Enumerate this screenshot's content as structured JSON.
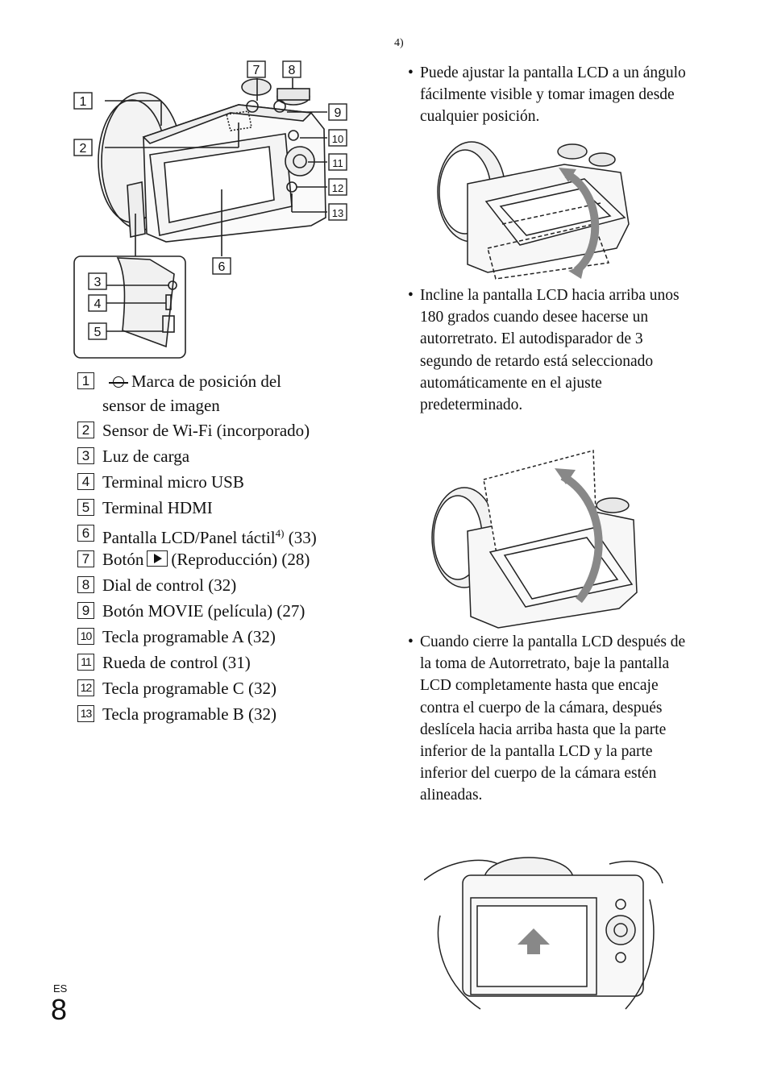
{
  "footnote_marker": "4)",
  "page": {
    "lang": "ES",
    "number": "8"
  },
  "diagram_labels": [
    "1",
    "2",
    "3",
    "4",
    "5",
    "6",
    "7",
    "8",
    "9",
    "10",
    "11",
    "12",
    "13"
  ],
  "legend": [
    {
      "num": "1",
      "text": "Marca de posición del",
      "text2": "sensor de imagen"
    },
    {
      "num": "2",
      "text": "Sensor de Wi-Fi (incorporado)"
    },
    {
      "num": "3",
      "text": "Luz de carga"
    },
    {
      "num": "4",
      "text": "Terminal micro USB"
    },
    {
      "num": "5",
      "text": "Terminal HDMI"
    },
    {
      "num": "6",
      "text": "Pantalla LCD/Panel táctil",
      "sup": "4)",
      "after": " (33)"
    },
    {
      "num": "7",
      "text": "Botón",
      "after": "(Reproducción) (28)"
    },
    {
      "num": "8",
      "text": "Dial de control (32)"
    },
    {
      "num": "9",
      "text": "Botón MOVIE (película) (27)"
    },
    {
      "num": "10",
      "text": "Tecla programable A (32)"
    },
    {
      "num": "11",
      "text": "Rueda de control (31)"
    },
    {
      "num": "12",
      "text": "Tecla programable C (32)"
    },
    {
      "num": "13",
      "text": "Tecla programable B (32)"
    }
  ],
  "bullets": [
    "Puede ajustar la pantalla LCD a un ángulo fácilmente visible y tomar imagen desde cualquier posición.",
    "Incline la pantalla LCD hacia arriba unos 180 grados cuando desee hacerse un autorretrato. El autodisparador de 3 segundo de retardo está seleccionado automáticamente en el ajuste predeterminado.",
    "Cuando cierre la pantalla LCD después de la toma de Autorretrato, baje la pantalla LCD completamente hasta que encaje contra el cuerpo de la cámara, después deslícela hacia arriba hasta que la parte inferior de la pantalla LCD y la parte inferior del cuerpo de la cámara estén alineadas."
  ]
}
